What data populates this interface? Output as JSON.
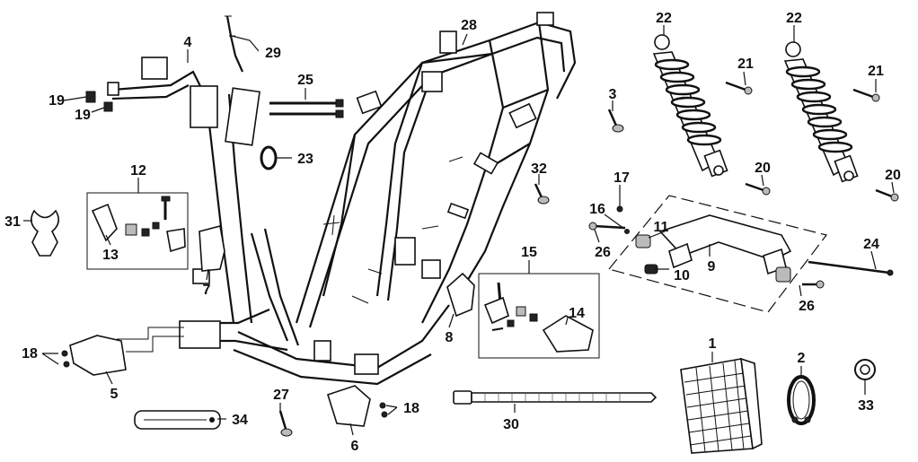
{
  "callouts": [
    {
      "id": "c1",
      "text": "1"
    },
    {
      "id": "c2",
      "text": "2"
    },
    {
      "id": "c3",
      "text": "3"
    },
    {
      "id": "c4",
      "text": "4"
    },
    {
      "id": "c5",
      "text": "5"
    },
    {
      "id": "c6",
      "text": "6"
    },
    {
      "id": "c7",
      "text": "7"
    },
    {
      "id": "c8",
      "text": "8"
    },
    {
      "id": "c9",
      "text": "9"
    },
    {
      "id": "c10",
      "text": "10"
    },
    {
      "id": "c11",
      "text": "11"
    },
    {
      "id": "c12",
      "text": "12"
    },
    {
      "id": "c13",
      "text": "13"
    },
    {
      "id": "c14",
      "text": "14"
    },
    {
      "id": "c15",
      "text": "15"
    },
    {
      "id": "c16",
      "text": "16"
    },
    {
      "id": "c17",
      "text": "17"
    },
    {
      "id": "c18a",
      "text": "18"
    },
    {
      "id": "c18b",
      "text": "18"
    },
    {
      "id": "c19a",
      "text": "19"
    },
    {
      "id": "c19b",
      "text": "19"
    },
    {
      "id": "c20a",
      "text": "20"
    },
    {
      "id": "c20b",
      "text": "20"
    },
    {
      "id": "c21a",
      "text": "21"
    },
    {
      "id": "c21b",
      "text": "21"
    },
    {
      "id": "c22a",
      "text": "22"
    },
    {
      "id": "c22b",
      "text": "22"
    },
    {
      "id": "c23",
      "text": "23"
    },
    {
      "id": "c24",
      "text": "24"
    },
    {
      "id": "c25",
      "text": "25"
    },
    {
      "id": "c26a",
      "text": "26"
    },
    {
      "id": "c26b",
      "text": "26"
    },
    {
      "id": "c27",
      "text": "27"
    },
    {
      "id": "c28",
      "text": "28"
    },
    {
      "id": "c29",
      "text": "29"
    },
    {
      "id": "c30",
      "text": "30"
    },
    {
      "id": "c31",
      "text": "31"
    },
    {
      "id": "c32",
      "text": "32"
    },
    {
      "id": "c33",
      "text": "33"
    },
    {
      "id": "c34",
      "text": "34"
    }
  ]
}
